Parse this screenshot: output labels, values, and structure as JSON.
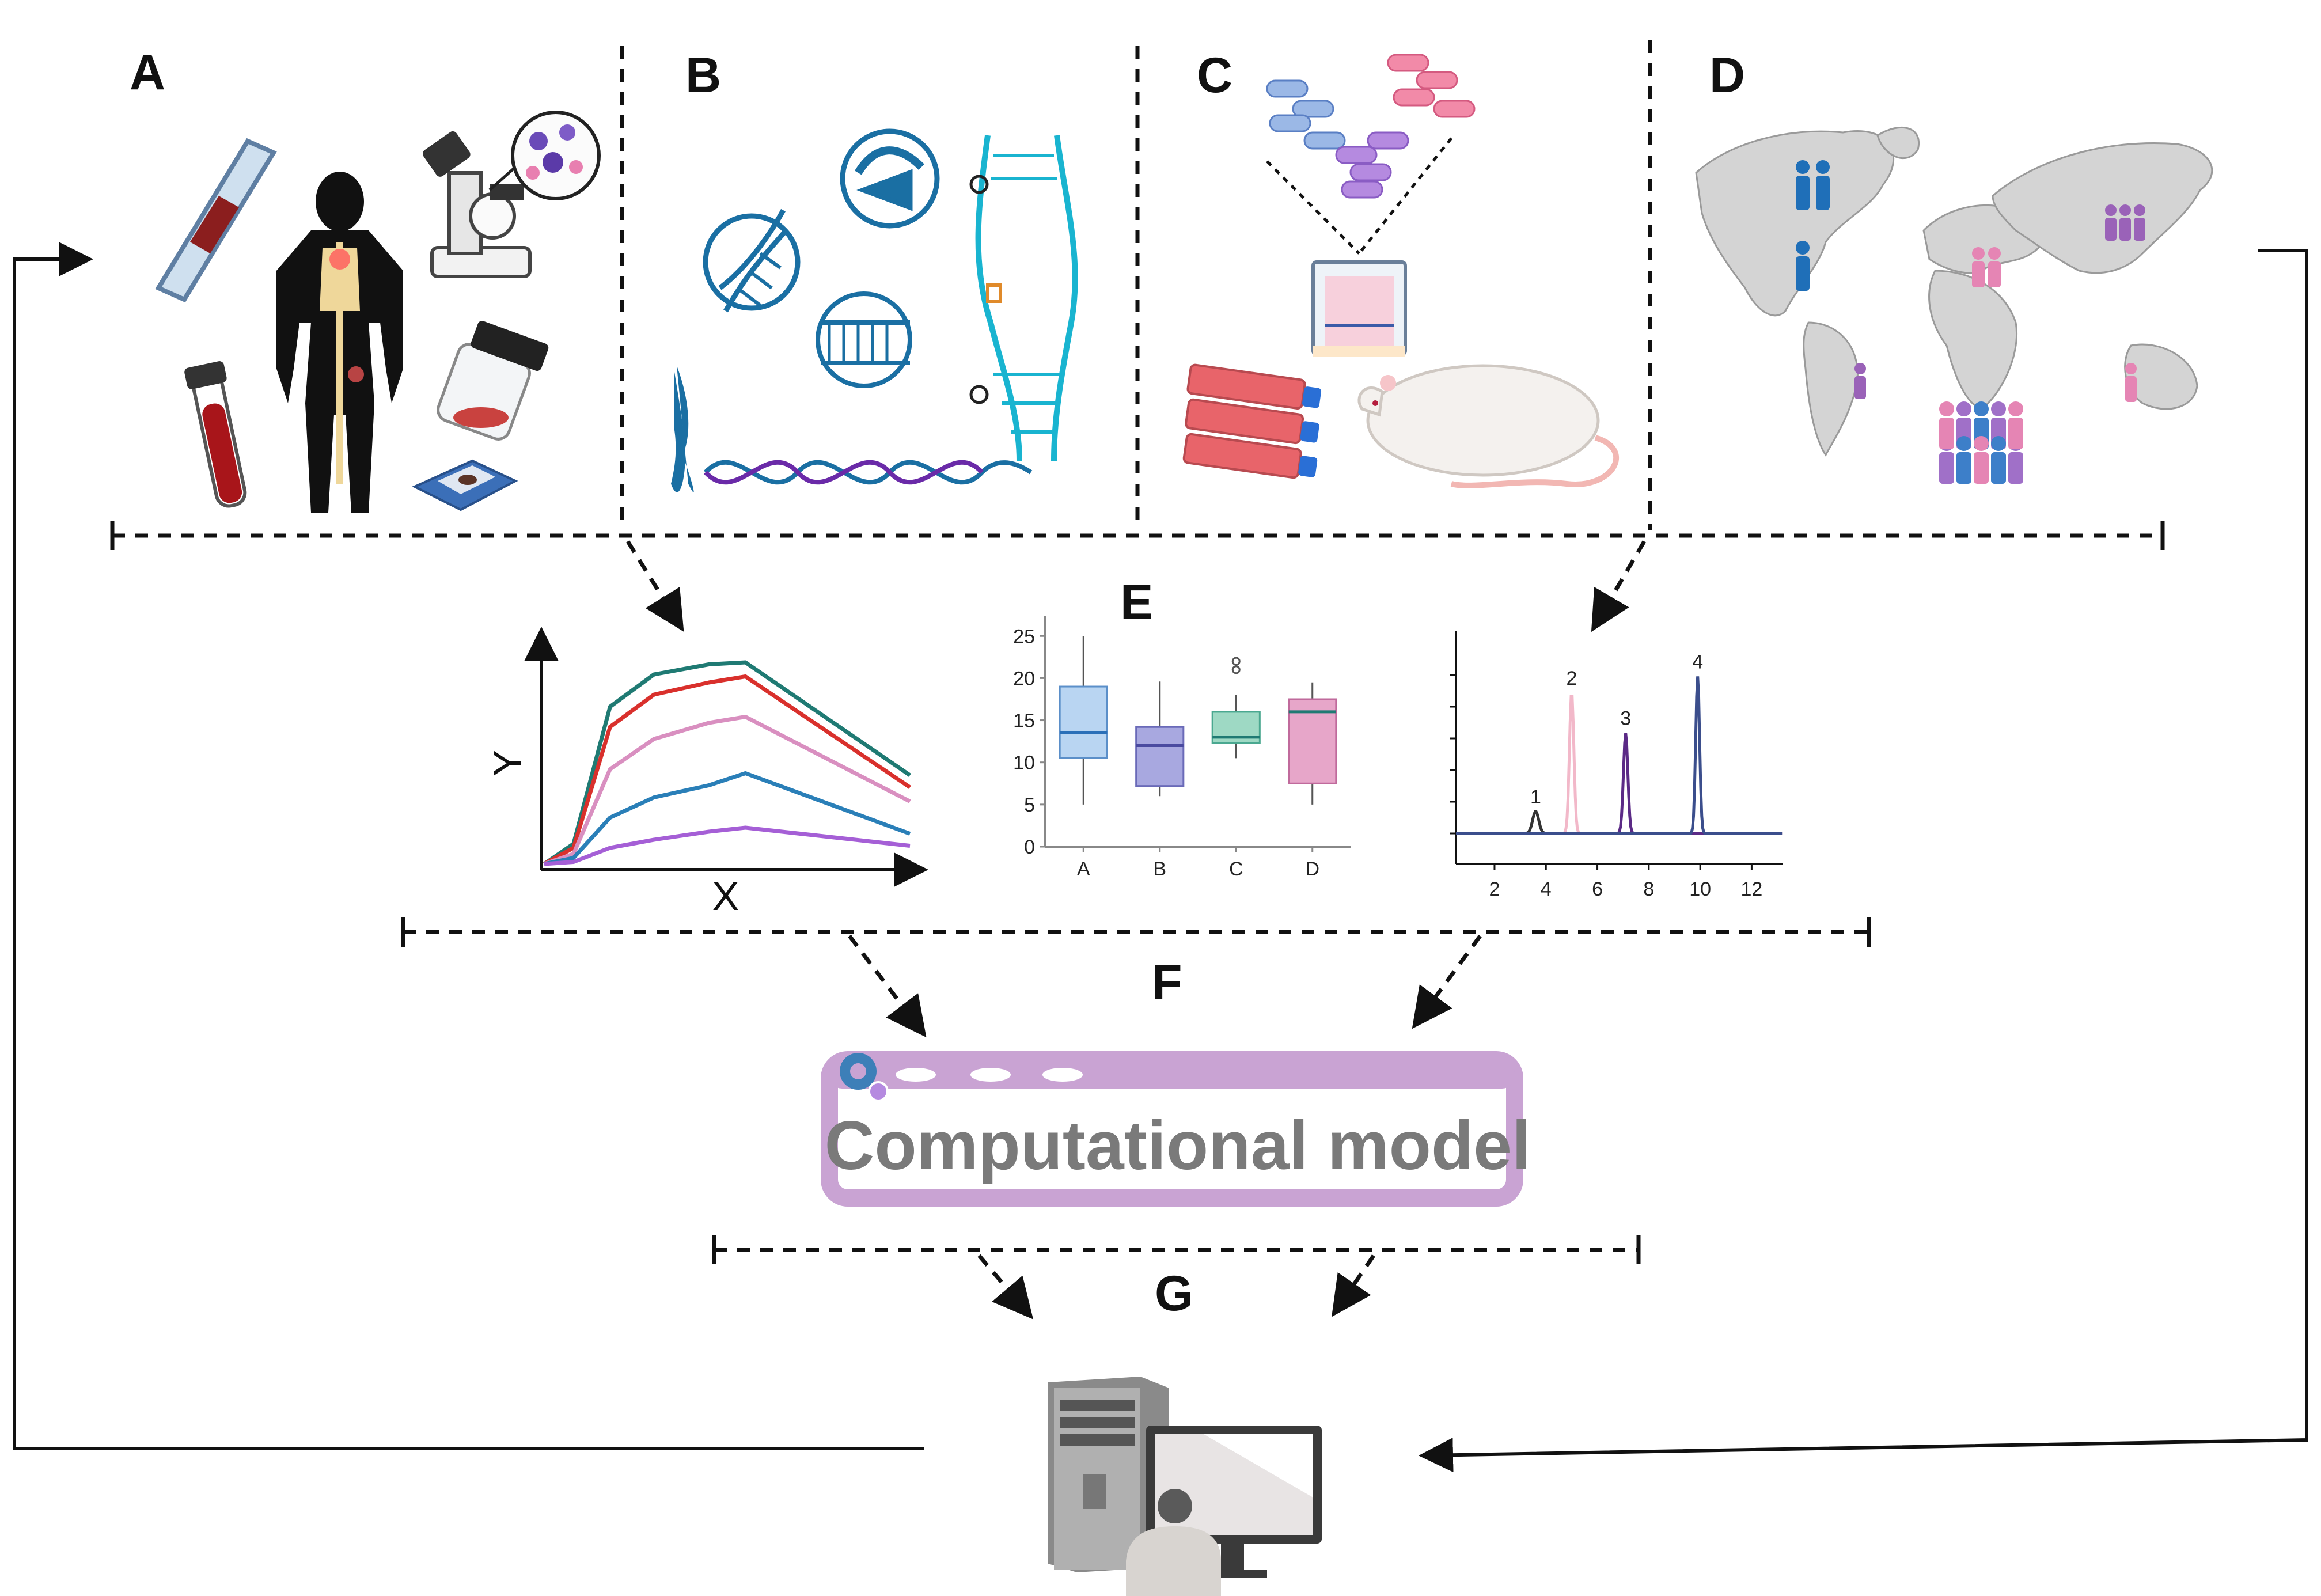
{
  "panels": {
    "a": "A",
    "b": "B",
    "c": "C",
    "d": "D",
    "e": "E",
    "f": "F",
    "g": "G"
  },
  "model_label": "Computational model",
  "colors": {
    "teal": "#1f7a73",
    "red": "#d9302c",
    "pink": "#d98fc0",
    "blue": "#2a7fb8",
    "purple": "#a55fd6",
    "frame_purple": "#c9a3d3",
    "navy": "#3b4e8c",
    "dark_purple": "#5b2a86",
    "light_pink": "#f2b8c9"
  },
  "icons": [
    "tissue-slide-icon",
    "skeleton-body-icon",
    "microscope-icon",
    "cells-magnifier-icon",
    "blood-tube-icon",
    "specimen-jar-icon",
    "slide-scanner-icon",
    "dna-circle-icon",
    "protein-circle-icon",
    "crispr-circle-icon",
    "chromosome-icon",
    "dna-strand-icon",
    "dna-repair-scissors-icon",
    "capsules-icon",
    "cell-culture-well-icon",
    "culture-flasks-icon",
    "rat-icon",
    "world-map-icon",
    "people-groups-icon",
    "computer-workstation-icon",
    "gear-badge-icon"
  ],
  "chart_data": [
    {
      "type": "line",
      "title": "",
      "xlabel": "X",
      "ylabel": "Y",
      "x": [
        0,
        0.08,
        0.18,
        0.3,
        0.45,
        0.55,
        1.0
      ],
      "series": [
        {
          "color": "#1f7a73",
          "values": [
            0,
            0.1,
            0.78,
            0.94,
            0.99,
            1.0,
            0.44
          ]
        },
        {
          "color": "#d9302c",
          "values": [
            0,
            0.08,
            0.68,
            0.84,
            0.9,
            0.93,
            0.38
          ]
        },
        {
          "color": "#d98fc0",
          "values": [
            0,
            0.05,
            0.47,
            0.62,
            0.7,
            0.73,
            0.31
          ]
        },
        {
          "color": "#2a7fb8",
          "values": [
            0,
            0.03,
            0.23,
            0.33,
            0.39,
            0.45,
            0.15
          ]
        },
        {
          "color": "#a55fd6",
          "values": [
            0,
            0.01,
            0.08,
            0.12,
            0.16,
            0.18,
            0.09
          ]
        }
      ]
    },
    {
      "type": "box",
      "categories": [
        "A",
        "B",
        "C",
        "D"
      ],
      "ylim": [
        0,
        27
      ],
      "yticks": [
        0,
        5,
        10,
        15,
        20,
        25
      ],
      "boxes": [
        {
          "name": "A",
          "min": 5,
          "q1": 10.5,
          "median": 13.5,
          "q3": 19,
          "max": 25,
          "color": "#b9d5f2",
          "stroke": "#5b8fc9",
          "median_color": "#2a6fb8",
          "outliers": []
        },
        {
          "name": "B",
          "min": 6,
          "q1": 7.2,
          "median": 12,
          "q3": 14.2,
          "max": 19.6,
          "color": "#a8a8e0",
          "stroke": "#6a6ab8",
          "median_color": "#4a4aa0",
          "outliers": []
        },
        {
          "name": "C",
          "min": 10.5,
          "q1": 12.3,
          "median": 13,
          "q3": 16,
          "max": 18,
          "color": "#9ed9c4",
          "stroke": "#4aa890",
          "median_color": "#1f7a73",
          "outliers": [
            21,
            22
          ]
        },
        {
          "name": "D",
          "min": 5,
          "q1": 7.5,
          "median": 16,
          "q3": 17.5,
          "max": 19.5,
          "color": "#e7a6c9",
          "stroke": "#c06a9c",
          "median_color": "#1f7a73",
          "outliers": []
        }
      ]
    },
    {
      "type": "line",
      "xticks": [
        2,
        4,
        6,
        8,
        10,
        12
      ],
      "xlim": [
        0.5,
        13.2
      ],
      "ylim": [
        0,
        1
      ],
      "peaks": [
        {
          "label": "1",
          "center": 3.6,
          "height": 0.12,
          "width": 0.25,
          "color": "#333333"
        },
        {
          "label": "2",
          "center": 5.0,
          "height": 0.77,
          "width": 0.18,
          "color": "#f2b8c9"
        },
        {
          "label": "3",
          "center": 7.1,
          "height": 0.55,
          "width": 0.18,
          "color": "#5b2a86"
        },
        {
          "label": "4",
          "center": 9.9,
          "height": 0.86,
          "width": 0.16,
          "color": "#3b4e8c"
        }
      ],
      "peak_labels": [
        "1",
        "2",
        "3",
        "4"
      ]
    }
  ]
}
